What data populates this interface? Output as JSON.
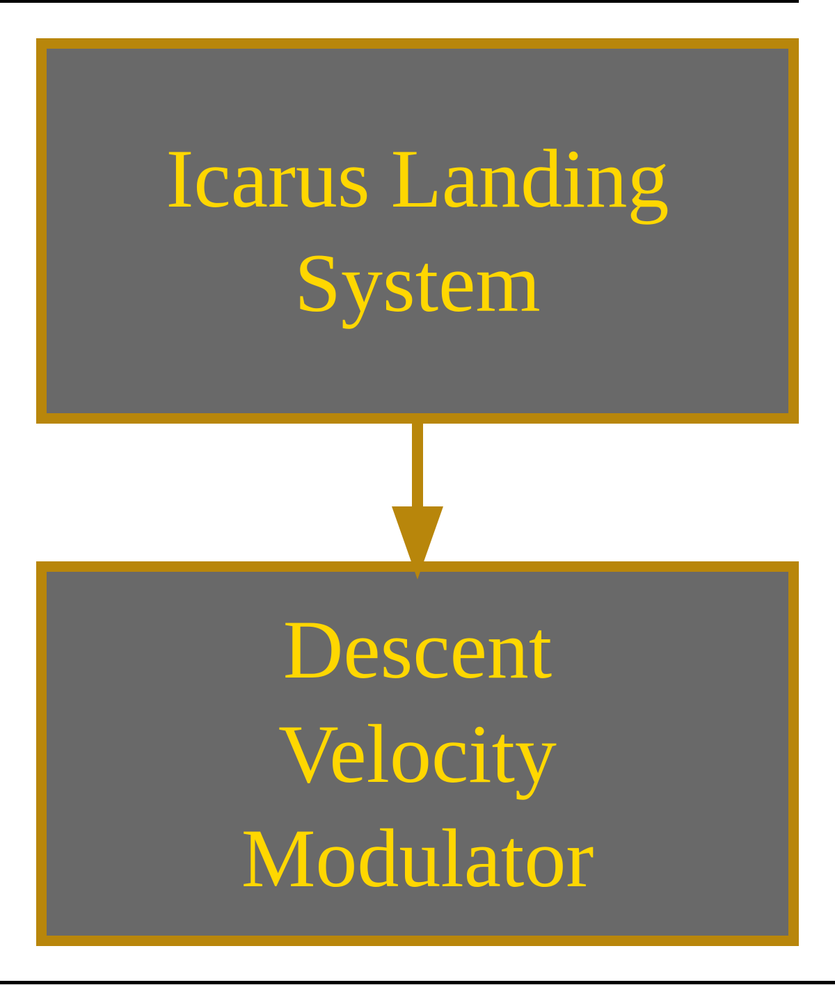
{
  "diagram": {
    "type": "flowchart",
    "background_color": "#ffffff",
    "frame_bar_color": "#000000",
    "nodes": [
      {
        "id": "icarus-landing-system",
        "label_lines": [
          "Icarus Landing",
          "System"
        ],
        "fill_color": "#696969",
        "border_color": "#b8860b",
        "text_color": "#ffd700"
      },
      {
        "id": "descent-velocity-modulator",
        "label_lines": [
          "Descent",
          "Velocity",
          "Modulator"
        ],
        "fill_color": "#696969",
        "border_color": "#b8860b",
        "text_color": "#ffd700"
      }
    ],
    "edges": [
      {
        "from": "icarus-landing-system",
        "to": "descent-velocity-modulator",
        "direction": "down",
        "color": "#b8860b"
      }
    ]
  }
}
